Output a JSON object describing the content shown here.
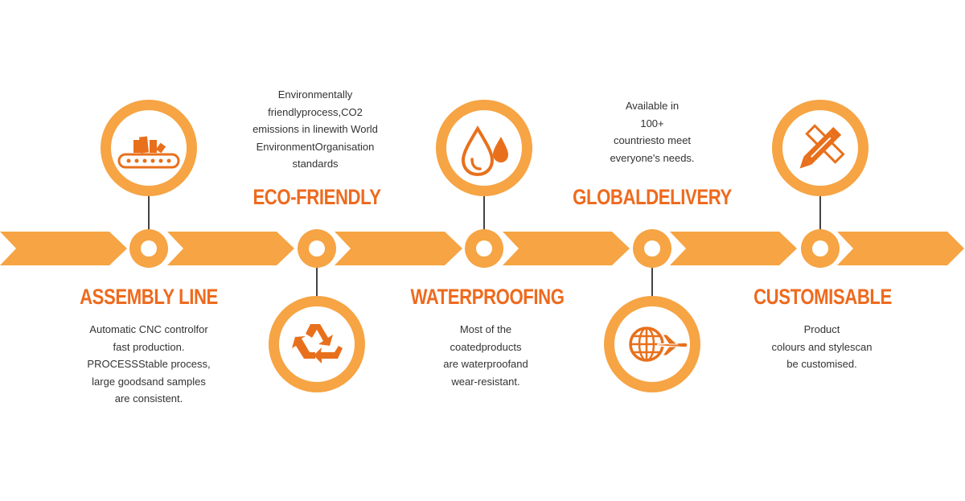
{
  "colors": {
    "arrow": "#F6A444",
    "title": "#EE6A1E",
    "icon": "#E8701C",
    "text": "#333333",
    "ring_fill": "#FFFFFF"
  },
  "steps": [
    {
      "title": "ASSEMBLY LINE",
      "icon": "conveyor-belt-icon",
      "description": [
        "Automatic CNC controlfor",
        "fast production.",
        "PROCESSStable process,",
        "large goodsand samples",
        "are consistent."
      ]
    },
    {
      "title": "ECO-FRIENDLY",
      "icon": "recycle-icon",
      "description": [
        "Environmentally",
        "friendlyprocess,CO2",
        "emissions in linewith World",
        "EnvironmentOrganisation",
        "standards"
      ]
    },
    {
      "title": "WATERPROOFING",
      "icon": "water-drop-icon",
      "description": [
        "Most of the",
        "coatedproducts",
        "are waterproofand",
        "wear-resistant."
      ]
    },
    {
      "title": "GLOBALDELIVERY",
      "icon": "globe-airplane-icon",
      "description": [
        "Available in",
        "100+",
        "countriesto meet",
        "everyone's needs."
      ]
    },
    {
      "title": "CUSTOMISABLE",
      "icon": "pencil-ruler-icon",
      "description": [
        "Product",
        "colours and stylescan",
        "be customised."
      ]
    }
  ]
}
